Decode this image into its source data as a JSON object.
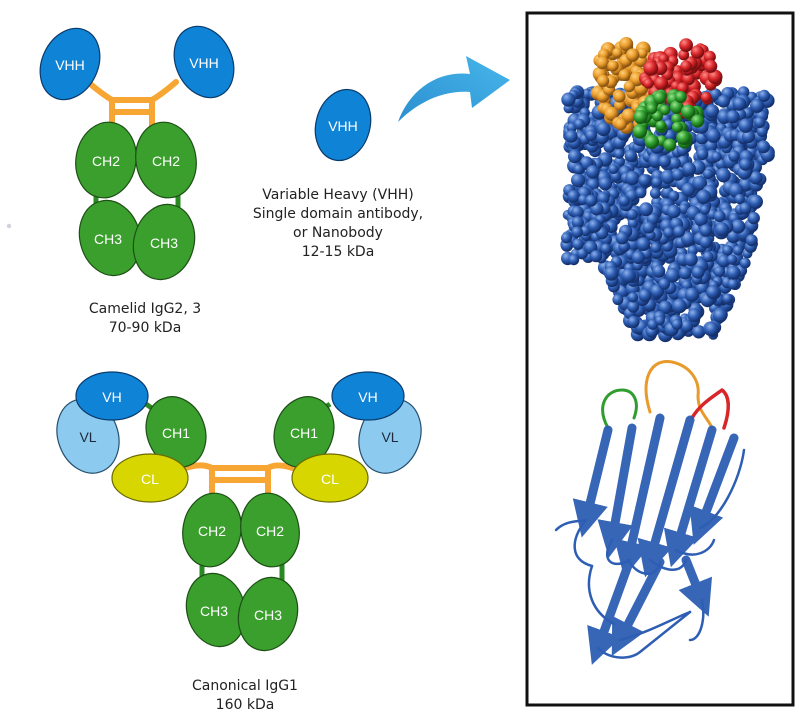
{
  "camelid": {
    "domains": {
      "vhh_left": "VHH",
      "vhh_right": "VHH",
      "ch2_left": "CH2",
      "ch2_right": "CH2",
      "ch3_left": "CH3",
      "ch3_right": "CH3"
    },
    "caption_line1": "Camelid IgG2, 3",
    "caption_line2": "70-90 kDa"
  },
  "vhh_fragment": {
    "label": "VHH",
    "caption_line1": "Variable Heavy (VHH)",
    "caption_line2": "Single domain antibody,",
    "caption_line3": "or Nanobody",
    "caption_line4": "12-15 kDa"
  },
  "canonical": {
    "domains": {
      "vh_left": "VH",
      "vl_left": "VL",
      "ch1_left": "CH1",
      "cl_left": "CL",
      "vh_right": "VH",
      "vl_right": "VL",
      "ch1_right": "CH1",
      "cl_right": "CL",
      "ch2_left": "CH2",
      "ch2_right": "CH2",
      "ch3_left": "CH3",
      "ch3_right": "CH3"
    },
    "caption_line1": "Canonical IgG1",
    "caption_line2": "160 kDa"
  },
  "colors": {
    "variable_heavy": "#0f83d6",
    "variable_light": "#8ccbef",
    "constant_heavy": "#3a9f2c",
    "constant_light": "#d7d600",
    "hinge": "#f7a634",
    "arrow": "#3aa9e0",
    "cdr1": "#3a9f2c",
    "cdr2": "#e89a2a",
    "cdr3": "#d8262a",
    "protein_body": "#2e5eb4"
  }
}
